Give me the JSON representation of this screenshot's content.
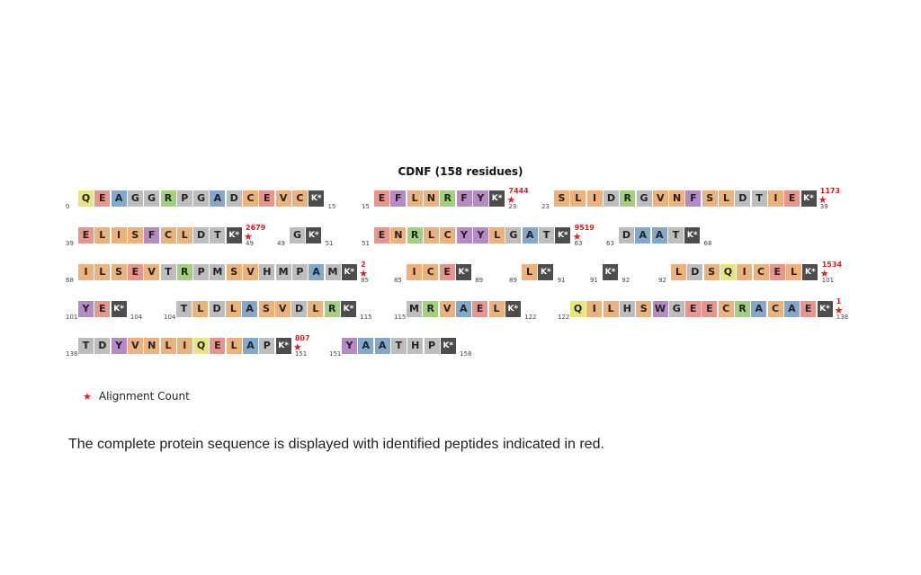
{
  "title": "CDNF (158 residues)",
  "legend_label": "Alignment Count",
  "caption": "The complete protein sequence is displayed with identified peptides indicated in red.",
  "colors": {
    "Q": "#e6e67a",
    "E": "#e8958e",
    "A": "#82a8cc",
    "G": "#bdbdbd",
    "R": "#a3d07c",
    "P": "#bdbdbd",
    "D": "#bdbdbd",
    "C": "#ecb27c",
    "V": "#ecb27c",
    "F": "#b58bc4",
    "L": "#ecb27c",
    "N": "#ecb27c",
    "Y": "#b58bc4",
    "S": "#ecb27c",
    "I": "#ecb27c",
    "T": "#bdbdbd",
    "M": "#bdbdbd",
    "H": "#bdbdbd",
    "W": "#b58bc4",
    "K": "#4d4d4d"
  },
  "segments": [
    {
      "seq": "QEAGGRPGADCEVCK",
      "start": "0",
      "end": "15",
      "count": ""
    },
    {
      "seq": "EFLNRFYK",
      "start": "15",
      "end": "23",
      "count": "7444"
    },
    {
      "seq": "SLIDRGVNFSLDTIEK",
      "start": "23",
      "end": "39",
      "count": "1173"
    },
    {
      "seq": "ELISFCLDTK",
      "start": "39",
      "end": "49",
      "count": "2679"
    },
    {
      "seq": "GK",
      "start": "49",
      "end": "51",
      "count": ""
    },
    {
      "seq": "ENRLCYYLGATK",
      "start": "51",
      "end": "63",
      "count": "9519"
    },
    {
      "seq": "DAATK",
      "start": "63",
      "end": "68",
      "count": ""
    },
    {
      "seq": "ILSEVTRPMSVHMPAMK",
      "start": "68",
      "end": "85",
      "count": "2"
    },
    {
      "seq": "ICEK",
      "start": "85",
      "end": "89",
      "count": ""
    },
    {
      "seq": "LK",
      "start": "89",
      "end": "91",
      "count": ""
    },
    {
      "seq": "K",
      "start": "91",
      "end": "92",
      "count": ""
    },
    {
      "seq": "LDSQICELK",
      "start": "92",
      "end": "101",
      "count": "1534"
    },
    {
      "seq": "YEK",
      "start": "101",
      "end": "104",
      "count": ""
    },
    {
      "seq": "TLDLASVDLRK",
      "start": "104",
      "end": "115",
      "count": ""
    },
    {
      "seq": "MRVAELK",
      "start": "115",
      "end": "122",
      "count": ""
    },
    {
      "seq": "QILHSWGEECRACAEK",
      "start": "122",
      "end": "138",
      "count": "1"
    },
    {
      "seq": "TDYVNLIQELAPK",
      "start": "138",
      "end": "151",
      "count": "807"
    },
    {
      "seq": "YAATHPK",
      "start": "151",
      "end": "158",
      "count": ""
    }
  ]
}
